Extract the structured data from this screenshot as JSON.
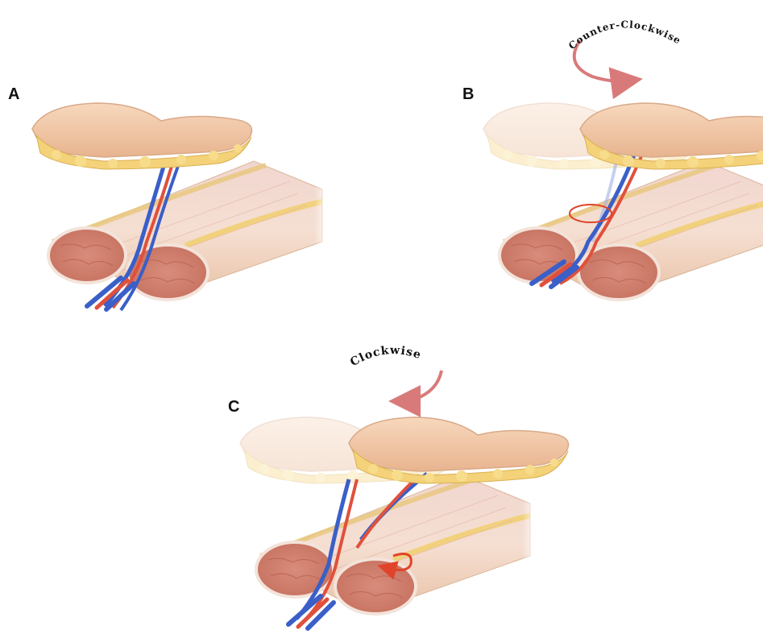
{
  "panels": [
    {
      "id": "A",
      "label": "A"
    },
    {
      "id": "B",
      "label": "B",
      "rotation_label": "Counter-Clockwise"
    },
    {
      "id": "C",
      "label": "C",
      "rotation_label": "Clockwise"
    }
  ],
  "colors": {
    "flap_skin": "#f2c9a8",
    "flap_fat": "#f4d27a",
    "muscle": "#d98c7c",
    "muscle_fiber": "#c6705f",
    "artery": "#e0503c",
    "vein": "#3a5fc8",
    "rotation_arrow": "#d97a7a",
    "twist_arrow": "#e0442a"
  }
}
